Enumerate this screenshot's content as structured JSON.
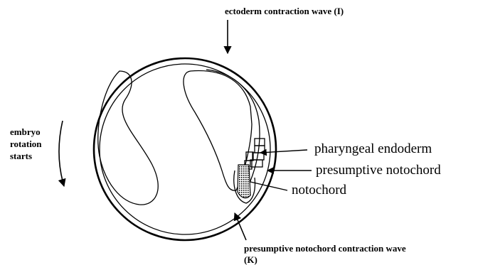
{
  "labels": {
    "ectoderm_wave": "ectoderm contraction wave (I)",
    "rotation_line1": "embryo",
    "rotation_line2": "rotation",
    "rotation_line3": "starts",
    "pharyngeal": "pharyngeal endoderm",
    "presumptive": "presumptive notochord",
    "notochord": "notochord",
    "notochord_wave_line1": "presumptive notochord contraction wave",
    "notochord_wave_line2": "(K)"
  }
}
